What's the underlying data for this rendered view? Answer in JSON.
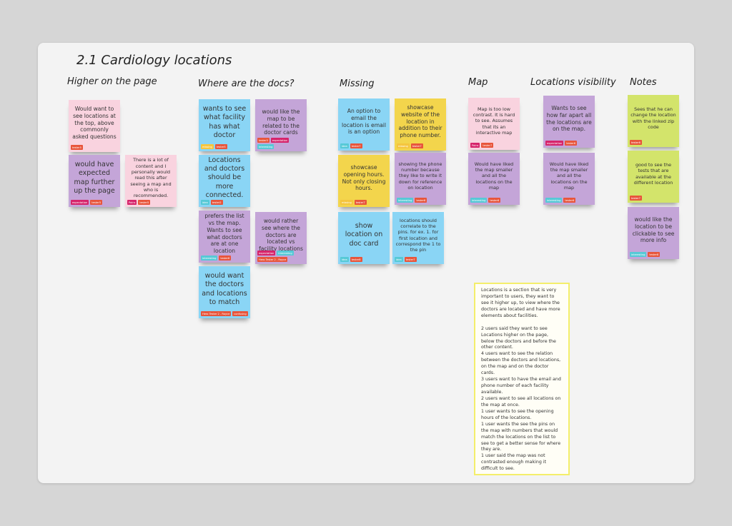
{
  "board": {
    "title": "2.1 Cardiology locations",
    "columns": [
      {
        "heading": "Higher on the page",
        "notes": [
          {
            "text": "Would want to see locations at the top, above commonly asked questions",
            "color": "pink",
            "size": "med",
            "tags": [
              "tester5"
            ]
          },
          {
            "text": "would have expected map further up the page",
            "color": "purple",
            "size": "big",
            "tags": [
              "expectation",
              "tester5"
            ]
          },
          {
            "text": "There is a lot of content and I personally would read this after seeing a map and who is recommended.",
            "color": "pink",
            "size": "small",
            "tags": [
              "Pains",
              "tester5"
            ]
          }
        ]
      },
      {
        "heading": "Where are the docs?",
        "notes": [
          {
            "text": "wants to see what facility has what doctor",
            "color": "blue",
            "size": "big",
            "tags": [
              "missing",
              "tester5"
            ]
          },
          {
            "text": "would like the map to be related to the doctor cards",
            "color": "purple",
            "size": "med",
            "tags": [
              "tester5",
              "expectation",
              "interesting"
            ]
          },
          {
            "text": "Locations and doctors should be more connected.",
            "color": "blue",
            "size": "big",
            "tags": [
              "idea",
              "tester2"
            ]
          },
          {
            "text": "prefers the list vs the map. Wants to see what doctors are at one location",
            "color": "purple",
            "size": "med",
            "tags": [
              "interesting",
              "tester6"
            ]
          },
          {
            "text": "would rather see where the doctors are located vs facility locations",
            "color": "purple",
            "size": "med",
            "tags": [
              "expectation",
              "interesting",
              "Hero Tester 2 - Royce"
            ]
          },
          {
            "text": "would want the doctors and locations to match",
            "color": "blue",
            "size": "big",
            "tags": [
              "Hero Tester 2 - Royce",
              "confusing"
            ]
          }
        ]
      },
      {
        "heading": "Missing",
        "notes": [
          {
            "text": "An option to email the location is email is an option",
            "color": "blue",
            "size": "med",
            "tags": [
              "idea",
              "tester7"
            ]
          },
          {
            "text": "showcase website of the location in addition to their phone number.",
            "color": "yellow",
            "size": "med",
            "tags": [
              "missing",
              "tester7"
            ]
          },
          {
            "text": "showcase opening hours. Not only closing hours.",
            "color": "yellow",
            "size": "med",
            "tags": [
              "missing",
              "tester7"
            ]
          },
          {
            "text": "showing the phone number because they like to write it down for reference on location",
            "color": "purple",
            "size": "small",
            "tags": [
              "interesting",
              "tester8"
            ]
          },
          {
            "text": "show location on doc card",
            "color": "blue",
            "size": "big",
            "tags": [
              "idea",
              "tester8"
            ]
          },
          {
            "text": "locations should correlate to the pins.  for ex. 1. for first location and correspond the 1 to the pin",
            "color": "blue",
            "size": "small",
            "tags": [
              "idea",
              "tester7"
            ]
          }
        ]
      },
      {
        "heading": "Map",
        "notes": [
          {
            "text": "Map is too low contrast. It is hard to see. Assumes that its an interactive map",
            "color": "pink",
            "size": "small",
            "tags": [
              "Pains",
              "tester7"
            ]
          },
          {
            "text": "Would have liked the map smaller and all the locations on the map",
            "color": "purple",
            "size": "small",
            "tags": [
              "interesting",
              "tester6"
            ]
          }
        ]
      },
      {
        "heading": "Locations visibility",
        "notes": [
          {
            "text": "Wants to see how far apart all the locations are on the map.",
            "color": "purple",
            "size": "med",
            "tags": [
              "expectation",
              "tester6"
            ]
          },
          {
            "text": "Would have liked the map smaller and all the locations on the map",
            "color": "purple",
            "size": "small",
            "tags": [
              "interesting",
              "tester6"
            ]
          }
        ]
      },
      {
        "heading": "Notes",
        "notes": [
          {
            "text": "Sees that he can change the location with the linked zip code",
            "color": "green",
            "size": "small",
            "tags": [
              "tester6"
            ]
          },
          {
            "text": "good to see the tests that are available at the different location",
            "color": "green",
            "size": "small",
            "tags": [
              "tester7"
            ]
          },
          {
            "text": "would like the location to be clickable to see more info",
            "color": "purple",
            "size": "med",
            "tags": [
              "interesting",
              "tester8"
            ]
          }
        ]
      }
    ],
    "summary": "Locations is a section that is very important to users, they want to see it higher up, to view where the doctors are located and have more elements about facilities.\n\n2 users said they want to see Locations higher on the page, below the doctors and before the other content.\n4 users want to see the relation between the doctors and locations, on the map and on the doctor cards.\n3 users want to have the email and phone number of each facility available.\n2 users want to see all locations on the map at once.\n1 user wants to see the opening hours  of the locations.\n1 user wants the see the pins on the map with numbers that would match the locations on the list to see to get a better sense for where they are.\n1 user said the map was not contrasted enough making it difficult to see."
  },
  "tag_colors": {
    "tester": "#e8553b",
    "expectation": "#d6246b",
    "Pains": "#d6246b",
    "interesting": "#56c9d6",
    "idea": "#56c9d6",
    "missing": "#f5c53e",
    "confusing": "#e8553b"
  }
}
